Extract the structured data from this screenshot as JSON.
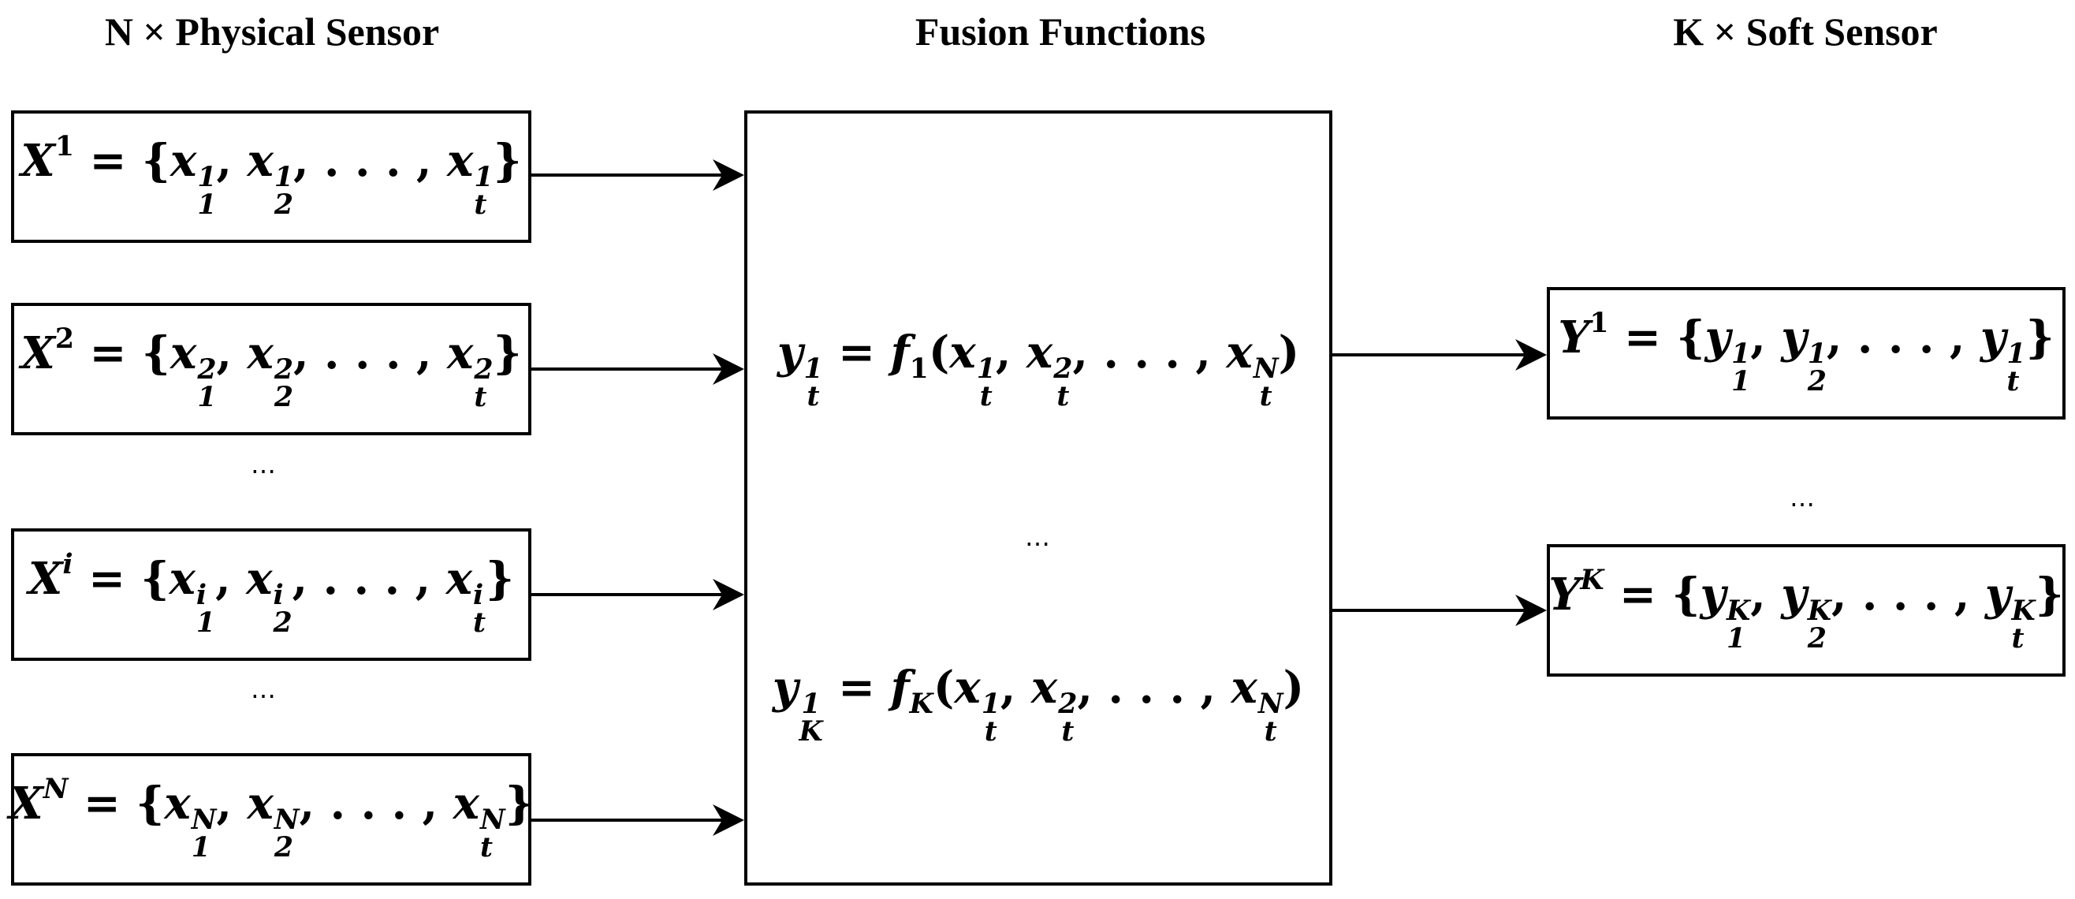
{
  "headings": {
    "physical": "N × Physical Sensor",
    "fusion": "Fusion Functions",
    "soft": "K × Soft Sensor"
  },
  "inputs": [
    {
      "name": "X",
      "idx": "1"
    },
    {
      "name": "X",
      "idx": "2"
    },
    {
      "name": "X",
      "idx": "i"
    },
    {
      "name": "X",
      "idx": "N"
    }
  ],
  "fusion": {
    "f1": {
      "lhs": "y",
      "lhs_sub": "t",
      "lhs_sup": "1",
      "fn": "f",
      "fn_sub": "1"
    },
    "fK": {
      "lhs": "y",
      "lhs_sub": "K",
      "lhs_sup": "1",
      "fn": "f",
      "fn_sub": "K"
    }
  },
  "outputs": [
    {
      "name": "Y",
      "idx": "1"
    },
    {
      "name": "Y",
      "idx": "K"
    }
  ],
  "ellipsis": "…"
}
